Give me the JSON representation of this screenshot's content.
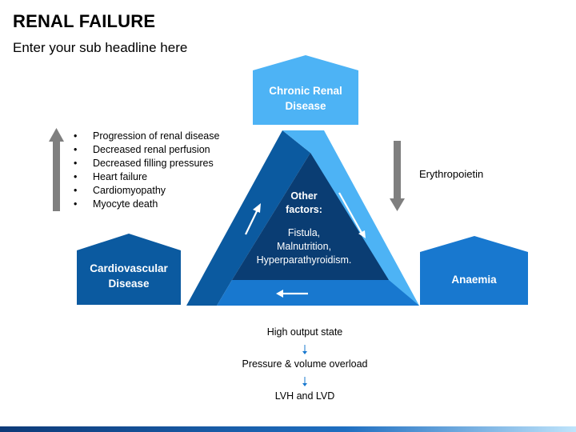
{
  "header": {
    "title": "RENAL FAILURE",
    "subtitle": "Enter your sub headline here"
  },
  "nodes": {
    "top": {
      "label_line1": "Chronic Renal",
      "label_line2": "Disease",
      "color": "#4db3f5"
    },
    "left": {
      "label_line1": "Cardiovascular",
      "label_line2": "Disease",
      "color": "#0b5aa0"
    },
    "right": {
      "label": "Anaemia",
      "color": "#1878cf"
    }
  },
  "center": {
    "heading_line1": "Other",
    "heading_line2": "factors:",
    "items": [
      "Fistula,",
      "Malnutrition,",
      "Hyperparathyroidism."
    ]
  },
  "left_list": {
    "items": [
      "Progression of renal disease",
      "Decreased renal perfusion",
      "Decreased filling pressures",
      "Heart failure",
      "Cardiomyopathy",
      "Myocyte death"
    ]
  },
  "right_label": "Erythropoietin",
  "flow": {
    "steps": [
      "High output state",
      "Pressure & volume overload",
      "LVH and LVD"
    ]
  },
  "colors": {
    "triangle_left_side": "#0b5aa0",
    "triangle_right_side": "#4db3f5",
    "triangle_base": "#1878cf",
    "triangle_inner": "#0a3d73",
    "gray_arrow": "#7f7f7f",
    "flow_arrow": "#1878cf"
  }
}
